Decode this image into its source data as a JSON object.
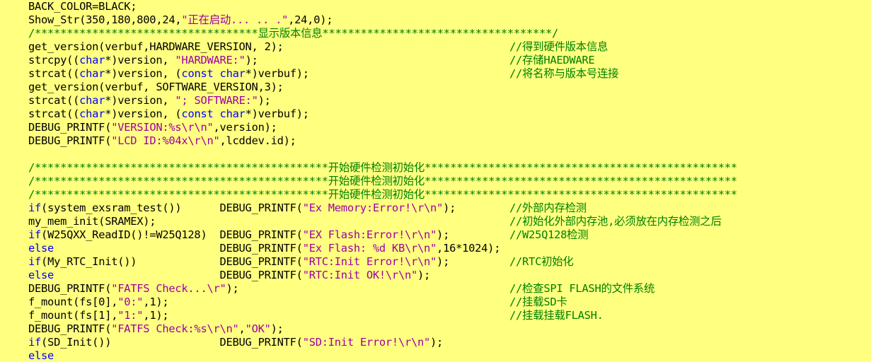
{
  "editor": {
    "background": "#FFFF80",
    "colors": {
      "keyword": "#0000FF",
      "string": "#A000A0",
      "comment": "#008000",
      "text": "#000000"
    },
    "lines": [
      {
        "id": "l1",
        "code": "BACK_COLOR=BLACK;"
      },
      {
        "id": "l2",
        "code": "Show_Str(350,180,800,24,\"正在启动... .. .\",24,0);"
      },
      {
        "id": "l3",
        "code": "/***********************************显示版本信息************************************/"
      },
      {
        "id": "l4",
        "code": "get_version(verbuf,HARDWARE_VERSION, 2);",
        "comment": "//得到硬件版本信息"
      },
      {
        "id": "l5",
        "code": "strcpy((char*)version, \"HARDWARE:\");",
        "comment": "//存储HAEDWARE"
      },
      {
        "id": "l6",
        "code": "strcat((char*)version, (const char*)verbuf);",
        "comment": "//将名称与版本号连接"
      },
      {
        "id": "l7",
        "code": "get_version(verbuf, SOFTWARE_VERSION,3);"
      },
      {
        "id": "l8",
        "code": "strcat((char*)version, \"; SOFTWARE:\");"
      },
      {
        "id": "l9",
        "code": "strcat((char*)version, (const char*)verbuf);"
      },
      {
        "id": "l10",
        "code": "DEBUG_PRINTF(\"VERSION:%s\\r\\n\",version);"
      },
      {
        "id": "l11",
        "code": "DEBUG_PRINTF(\"LCD ID:%04x\\r\\n\",lcddev.id);"
      },
      {
        "id": "l12",
        "code": ""
      },
      {
        "id": "l13",
        "code": "/**********************************************开始硬件检测初始化*************************************************"
      },
      {
        "id": "l14",
        "code": "/**********************************************开始硬件检测初始化*************************************************"
      },
      {
        "id": "l15",
        "code": "/**********************************************开始硬件检测初始化*************************************************"
      },
      {
        "id": "l16",
        "code": "if(system_exsram_test())      DEBUG_PRINTF(\"Ex Memory:Error!\\r\\n\");",
        "comment": "//外部内存检测"
      },
      {
        "id": "l17",
        "code": "my_mem_init(SRAMEX);",
        "comment": "//初始化外部内存池,必须放在内存检测之后"
      },
      {
        "id": "l18",
        "code": "if(W25QXX_ReadID()!=W25Q128)  DEBUG_PRINTF(\"EX Flash:Error!\\r\\n\");",
        "comment": "//W25Q128检测"
      },
      {
        "id": "l19",
        "code": "else                          DEBUG_PRINTF(\"Ex Flash: %d KB\\r\\n\",16*1024);"
      },
      {
        "id": "l20",
        "code": "if(My_RTC_Init())             DEBUG_PRINTF(\"RTC:Init Error!\\r\\n\");",
        "comment": "//RTC初始化"
      },
      {
        "id": "l21",
        "code": "else                          DEBUG_PRINTF(\"RTC:Init OK!\\r\\n\");"
      },
      {
        "id": "l22",
        "code": "DEBUG_PRINTF(\"FATFS Check...\\r\");",
        "comment": "//检查SPI FLASH的文件系统"
      },
      {
        "id": "l23",
        "code": "f_mount(fs[0],\"0:\",1);",
        "comment": "//挂载SD卡"
      },
      {
        "id": "l24",
        "code": "f_mount(fs[1],\"1:\",1);",
        "comment": "//挂载挂载FLASH."
      },
      {
        "id": "l25",
        "code": "DEBUG_PRINTF(\"FATFS Check:%s\\r\\n\",\"OK\");"
      },
      {
        "id": "l26",
        "code": "if(SD_Init())                 DEBUG_PRINTF(\"SD:Init Error!\\r\\n\");"
      },
      {
        "id": "l27",
        "code": "else"
      }
    ]
  }
}
